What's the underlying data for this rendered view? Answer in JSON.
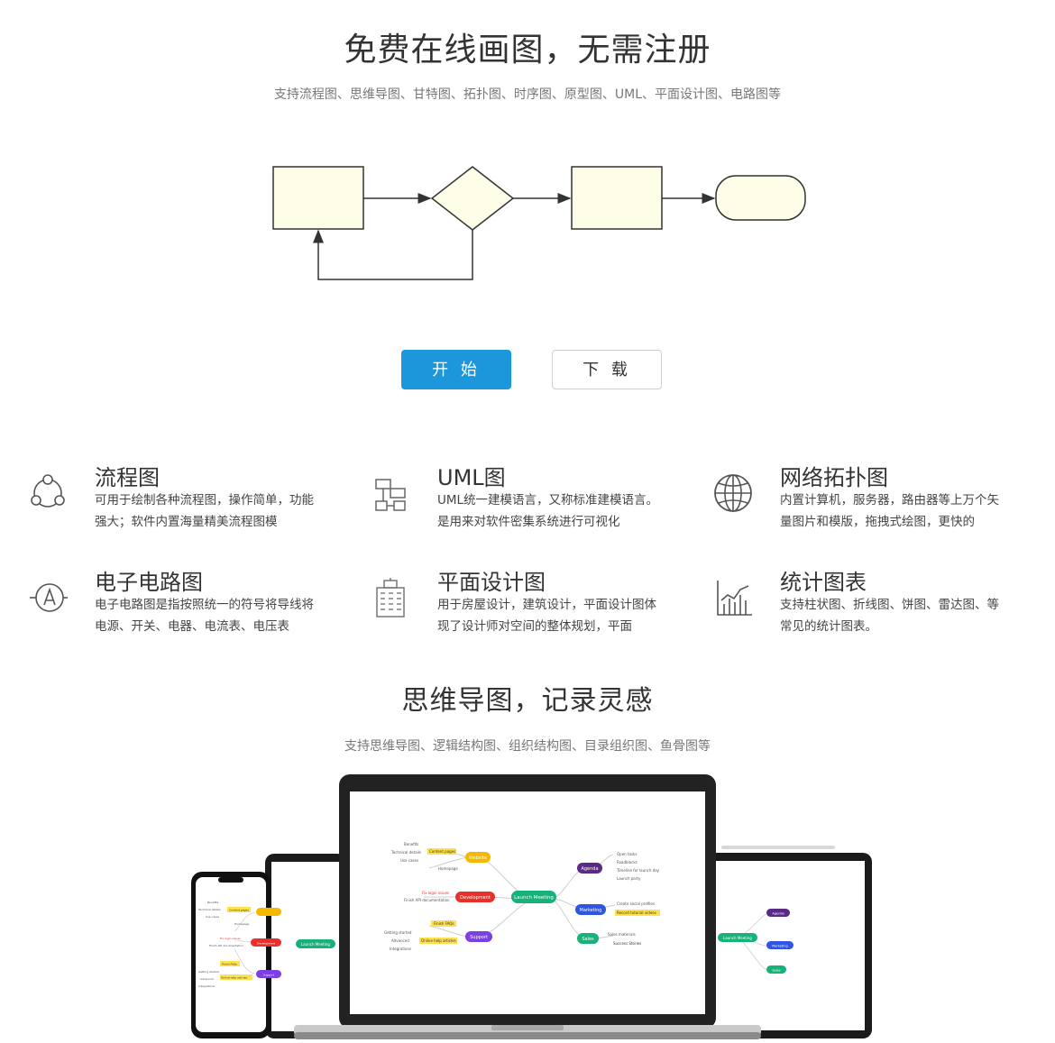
{
  "hero": {
    "title": "免费在线画图，无需注册",
    "subtitle": "支持流程图、思维导图、甘特图、拓扑图、时序图、原型图、UML、平面设计图、电路图等"
  },
  "actions": {
    "start_label": "开 始",
    "download_label": "下 载",
    "primary_color": "#1c97dc"
  },
  "features": [
    {
      "icon": "flowchart-icon",
      "name": "流程图",
      "desc": "可用于绘制各种流程图，操作简单，功能强大；软件内置海量精美流程图模"
    },
    {
      "icon": "uml-icon",
      "name": "UML图",
      "desc": "UML统一建模语言，又称标准建模语言。是用来对软件密集系统进行可视化"
    },
    {
      "icon": "globe-icon",
      "name": "网络拓扑图",
      "desc": "内置计算机，服务器，路由器等上万个矢量图片和模版，拖拽式绘图，更快的"
    },
    {
      "icon": "circuit-icon",
      "name": "电子电路图",
      "desc": "电子电路图是指按照统一的符号将导线将电源、开关、电器、电流表、电压表"
    },
    {
      "icon": "building-icon",
      "name": "平面设计图",
      "desc": "用于房屋设计，建筑设计，平面设计图体现了设计师对空间的整体规划，平面"
    },
    {
      "icon": "bar-chart-icon",
      "name": "统计图表",
      "desc": "支持柱状图、折线图、饼图、雷达图、等常见的统计图表。"
    }
  ],
  "mindmap_section": {
    "title": "思维导图，记录灵感",
    "subtitle": "支持思维导图、逻辑结构图、组织结构图、目录组织图、鱼骨图等"
  },
  "mindmap": {
    "center": "Launch Meeting",
    "branches": [
      {
        "label": "Website",
        "color": "#f5b800",
        "items": [
          "Benefits",
          "Technical details",
          "Use cases",
          "Content pages",
          "Homepage"
        ]
      },
      {
        "label": "Development",
        "color": "#e8312a",
        "items": [
          "Fix login issues",
          "Finish API documentation"
        ]
      },
      {
        "label": "Support",
        "color": "#7b3fe4",
        "items": [
          "Getting started",
          "Advanced",
          "Integrations",
          "Finish FAQs",
          "Online help articles"
        ]
      },
      {
        "label": "Agenda",
        "color": "#5b2a86",
        "items": [
          "Open tasks",
          "Roadblocks",
          "Timeline for launch day",
          "Launch party"
        ]
      },
      {
        "label": "Marketing",
        "color": "#2f55e4",
        "items": [
          "Create social profiles",
          "Record tutorial videos"
        ]
      },
      {
        "label": "Sales",
        "color": "#17b27a",
        "items": [
          "Sales materials",
          "Success Stories"
        ]
      }
    ],
    "center_color": "#17b27a"
  }
}
